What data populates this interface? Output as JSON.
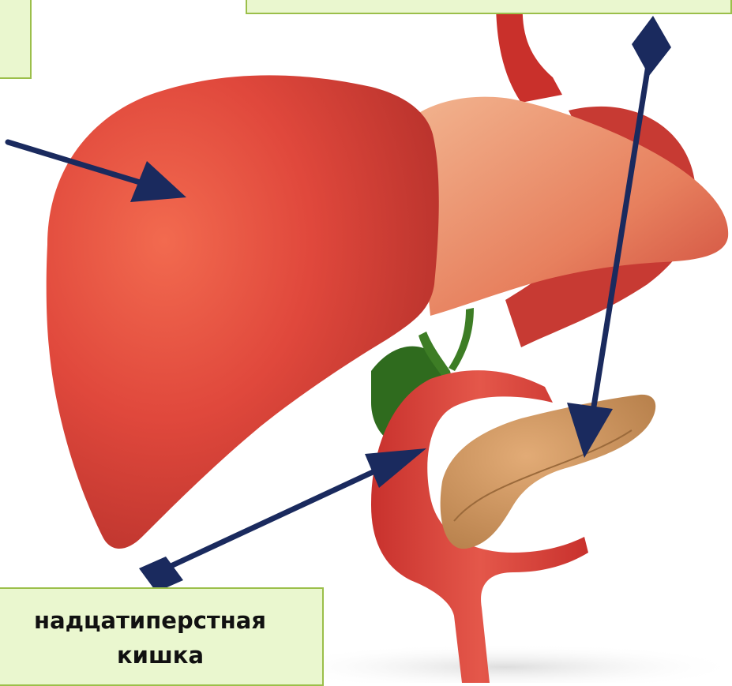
{
  "labels": {
    "top_left": "",
    "top_right": "",
    "bottom_left_line1": "надцатиперстная",
    "bottom_left_line2": "кишка"
  },
  "colors": {
    "label_background": "#eaf7cf",
    "label_border": "#9bbf4a",
    "arrow": "#1a2a5e",
    "liver": "#e0483c",
    "gallbladder": "#2f6b1e",
    "pancreas": "#d9a06a",
    "duodenum": "#d9403a"
  },
  "icons": [
    "arrow-pointer",
    "diamond-arrow-head"
  ]
}
